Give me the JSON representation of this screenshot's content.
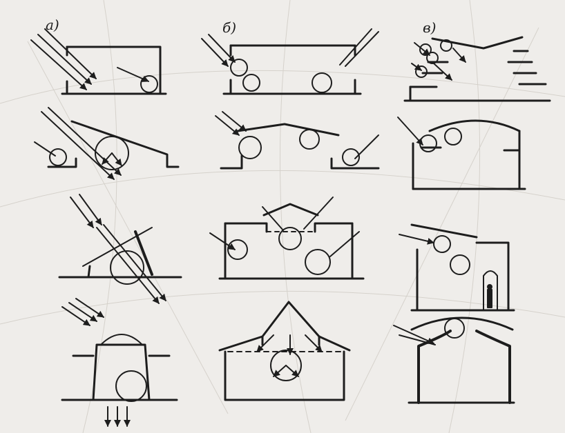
{
  "columns": [
    {
      "label": "а)"
    },
    {
      "label": "б)"
    },
    {
      "label": "в)"
    }
  ],
  "colors": {
    "paper": "#efedea",
    "ink": "#1d1d1d",
    "map_lines": "#cfcbc4"
  }
}
